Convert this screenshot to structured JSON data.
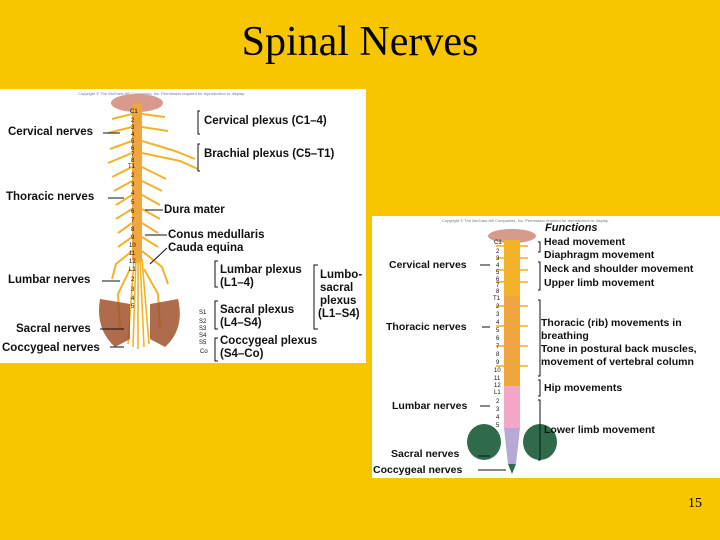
{
  "slide": {
    "title": "Spinal Nerves",
    "page_number": "15"
  },
  "left_figure": {
    "copyright": "Copyright © The McGraw-Hill Companies, Inc. Permission required for reproduction or display.",
    "nerve_labels": {
      "cervical": "Cervical nerves",
      "thoracic": "Thoracic nerves",
      "lumbar": "Lumbar nerves",
      "sacral": "Sacral nerves",
      "coccygeal": "Coccygeal nerves"
    },
    "vertebra_labels": {
      "c1": "C1",
      "c2": "2",
      "c3": "3",
      "c4": "4",
      "c5": "5",
      "c6": "6",
      "c7": "7",
      "c8": "8",
      "t1": "T1",
      "t2": "2",
      "t3": "3",
      "t4": "4",
      "t5": "5",
      "t6": "6",
      "t7": "7",
      "t8": "8",
      "t9": "9",
      "t10": "10",
      "t11": "11",
      "t12": "12",
      "l1": "L1",
      "l2": "2",
      "l3": "3",
      "l4": "4",
      "l5": "5",
      "s1": "S1",
      "s2": "S2",
      "s3": "S3",
      "s4": "S4",
      "s5": "S5",
      "co": "Co"
    },
    "structure_labels": {
      "cervical_plexus": "Cervical plexus (C1–4)",
      "brachial_plexus": "Brachial plexus (C5–T1)",
      "dura_mater": "Dura mater",
      "conus_medullaris": "Conus medullaris",
      "cauda_equina": "Cauda equina",
      "lumbar_plexus_1": "Lumbar plexus",
      "lumbar_plexus_2": "(L1–4)",
      "sacral_plexus_1": "Sacral plexus",
      "sacral_plexus_2": "(L4–S4)",
      "coccygeal_plexus_1": "Coccygeal plexus",
      "coccygeal_plexus_2": "(S4–Co)",
      "lumbosacral_1": "Lumbo-",
      "lumbosacral_2": "sacral",
      "lumbosacral_3": "plexus",
      "lumbosacral_4": "(L1–S4)"
    }
  },
  "right_figure": {
    "copyright": "Copyright © The McGraw-Hill Companies, Inc. Permission required for reproduction or display.",
    "functions_title": "Functions",
    "nerve_labels": {
      "cervical": "Cervical nerves",
      "thoracic": "Thoracic nerves",
      "lumbar": "Lumbar nerves",
      "sacral": "Sacral nerves",
      "coccygeal": "Coccygeal nerves"
    },
    "vertebra_labels": {
      "c1": "C1",
      "c2": "2",
      "c3": "3",
      "c4": "4",
      "c5": "5",
      "c6": "6",
      "c7": "7",
      "c8": "8",
      "t1": "T1",
      "t2": "2",
      "t3": "3",
      "t4": "4",
      "t5": "5",
      "t6": "6",
      "t7": "7",
      "t8": "8",
      "t9": "9",
      "t10": "10",
      "t11": "11",
      "t12": "12",
      "l1": "L1",
      "l2": "2",
      "l3": "3",
      "l4": "4",
      "l5": "5"
    },
    "functions": {
      "head": "Head movement",
      "diaphragm": "Diaphragm movement",
      "neck_shoulder": "Neck and shoulder movement",
      "upper_limb": "Upper limb movement",
      "thoracic_1": "Thoracic (rib) movements in",
      "thoracic_2": "breathing",
      "tone_1": "Tone in postural back muscles,",
      "tone_2": "movement of vertebral column",
      "hip": "Hip movements",
      "lower_limb": "Lower limb movement"
    }
  },
  "colors": {
    "background": "#f7c600",
    "nerve": "#f2b32a",
    "spinal_cord": "#f0a640",
    "brain": "#d89a8a",
    "pelvis": "#a0522d",
    "hip_green": "#2f6b4a",
    "lumbar_pink": "#f2a6c8",
    "sacral_lavender": "#b8a8d8"
  }
}
